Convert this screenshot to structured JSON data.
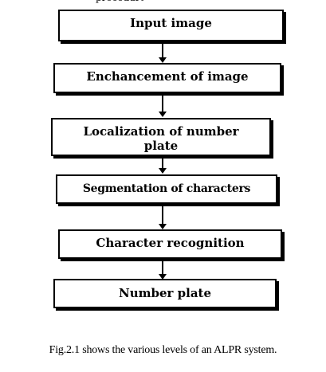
{
  "diagram": {
    "top_fragment": "procedure",
    "steps": [
      {
        "label": "Input image"
      },
      {
        "label": "Enchancement of image"
      },
      {
        "label": "Localization of number plate",
        "line1": "Localization of number",
        "line2": "plate"
      },
      {
        "label": "Segmentation of characters"
      },
      {
        "label": "Character recognition"
      },
      {
        "label": "Number plate"
      }
    ],
    "caption": "Fig.2.1 shows the various levels of an ALPR system."
  }
}
